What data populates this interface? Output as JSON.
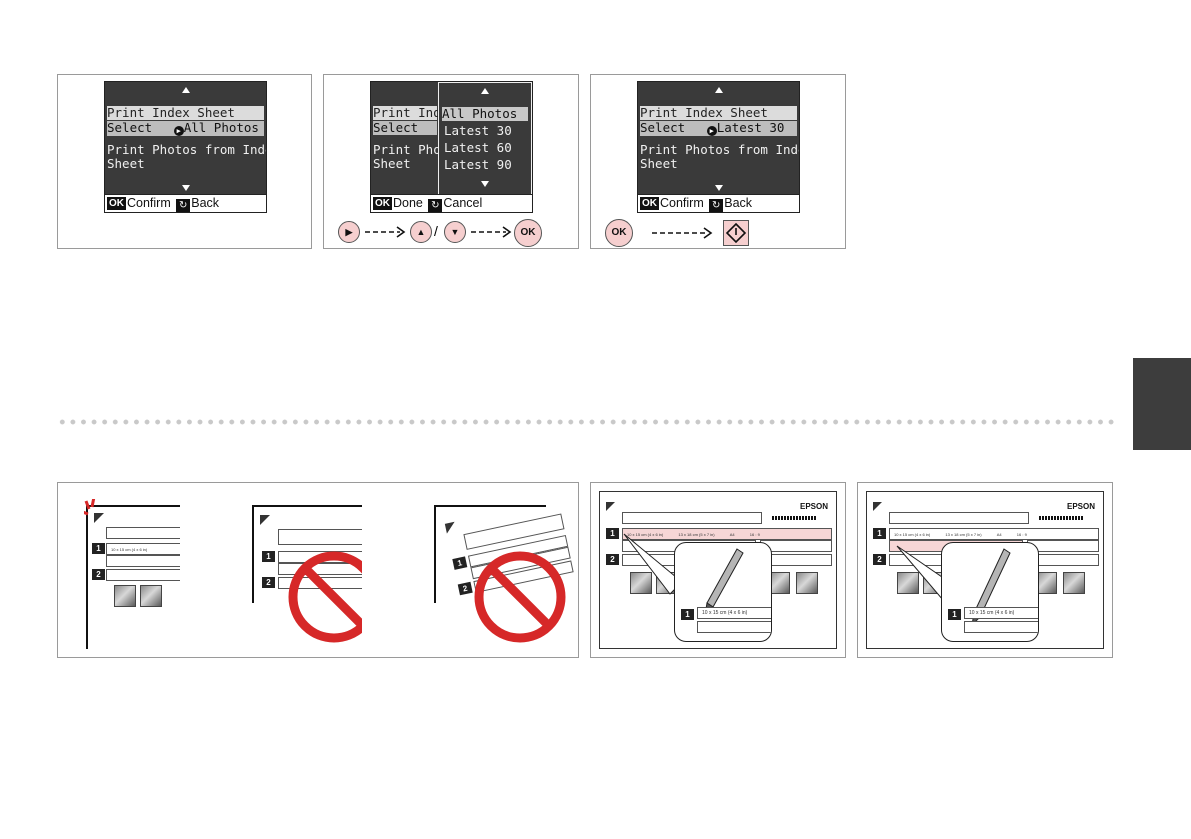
{
  "screen1": {
    "line1": "Print Index Sheet",
    "select_label": "Select",
    "select_value": "All Photos",
    "line3": "Print Photos from Index",
    "line4": "Sheet",
    "ok_key": "OK",
    "confirm_label": "Confirm",
    "back_label": "Back"
  },
  "screen2": {
    "line1": "Print Index",
    "select_label": "Select",
    "line3": "Print Photo",
    "line4": "Sheet",
    "options": [
      "All Photos",
      "Latest 30",
      "Latest 60",
      "Latest 90"
    ],
    "ok_key": "OK",
    "done_label": "Done",
    "cancel_label": "Cancel"
  },
  "screen3": {
    "line1": "Print Index Sheet",
    "select_label": "Select",
    "select_value": "Latest 30",
    "line3": "Print Photos from Index",
    "line4": "Sheet",
    "ok_key": "OK",
    "confirm_label": "Confirm",
    "back_label": "Back"
  },
  "buttons": {
    "ok_label": "OK",
    "slash": "/"
  },
  "sheet": {
    "brand": "EPSON",
    "row1_num": "1",
    "row2_num": "2",
    "size_option_a": "10 x 15 cm (4 x 6 in)",
    "size_option_b": "13 x 18 cm (5 x 7 in)",
    "size_option_c": "A4",
    "size_option_d": "16 : 9",
    "callout_text": "10 x 15 cm (4 x 6 in)"
  },
  "colors": {
    "accent_pink": "#f6cfcf",
    "prohibit_red": "#d62828",
    "lcd_bg": "#3a3a3a"
  }
}
